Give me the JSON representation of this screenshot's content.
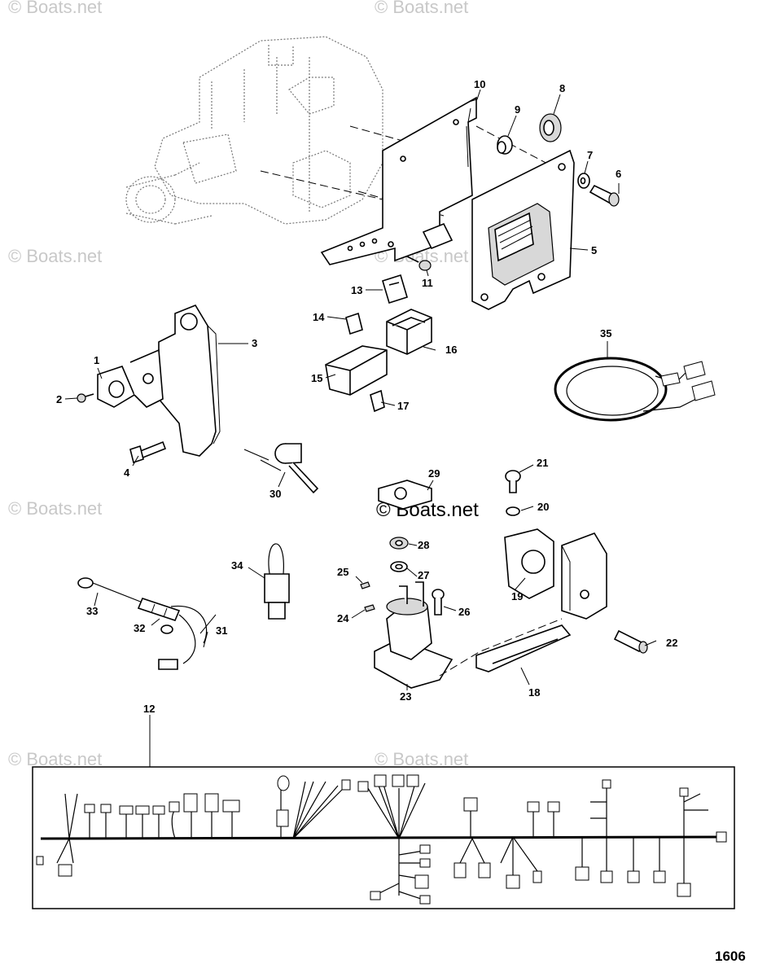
{
  "diagram": {
    "watermark": "© Boats.net",
    "figure_number": "1606",
    "callouts": [
      "1",
      "2",
      "3",
      "4",
      "5",
      "6",
      "7",
      "8",
      "9",
      "10",
      "11",
      "12",
      "13",
      "14",
      "15",
      "16",
      "17",
      "18",
      "19",
      "20",
      "21",
      "22",
      "23",
      "24",
      "25",
      "26",
      "27",
      "28",
      "29",
      "30",
      "31",
      "32",
      "33",
      "34",
      "35"
    ]
  }
}
